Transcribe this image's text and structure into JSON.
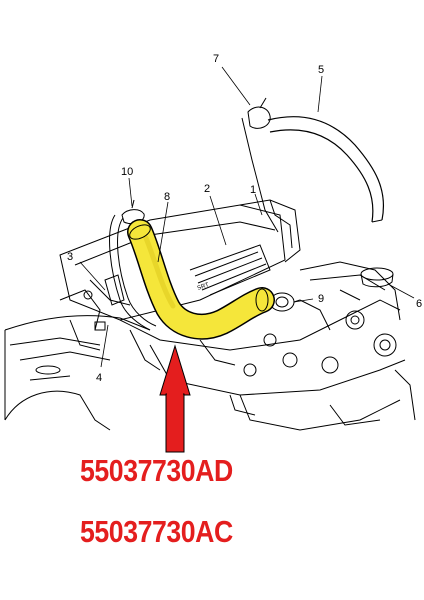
{
  "callouts": [
    "1",
    "2",
    "3",
    "4",
    "5",
    "6",
    "7",
    "8",
    "9",
    "10"
  ],
  "part_numbers": [
    "55037730AD",
    "55037730AC"
  ],
  "colors": {
    "highlight_hose": "#f5e63a",
    "arrow": "#e41e1e",
    "part_number_text": "#e41e1e",
    "line_art": "#000000"
  }
}
